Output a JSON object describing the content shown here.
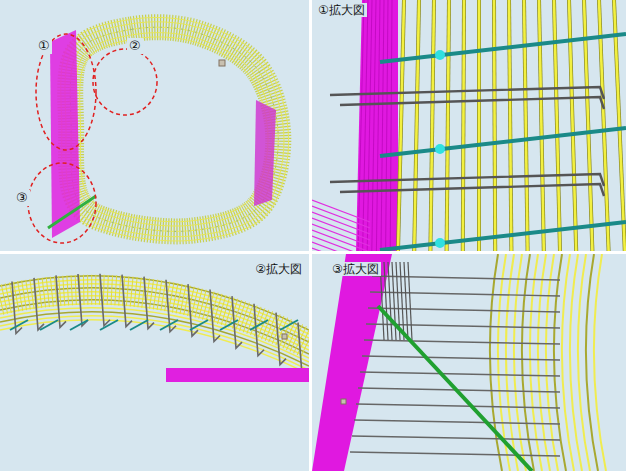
{
  "diagram": {
    "labels": [
      "①",
      "②",
      "③",
      "①拡大図",
      "②拡大図",
      "③拡大図"
    ]
  }
}
